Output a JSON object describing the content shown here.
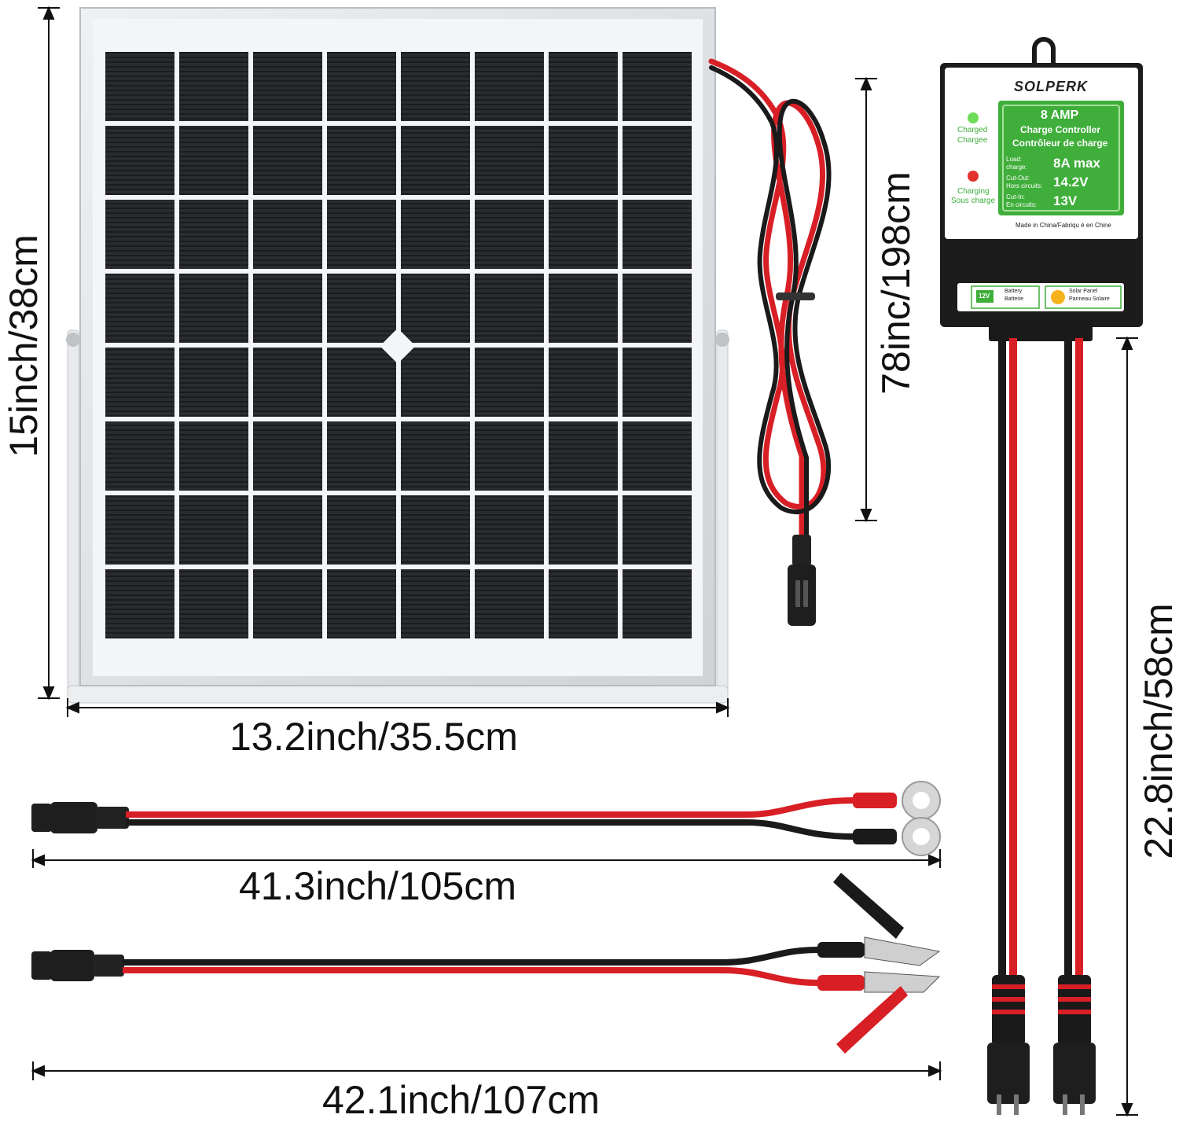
{
  "dimensions": {
    "panel_height": "15inch/38cm",
    "panel_width": "13.2inch/35.5cm",
    "panel_cable": "78inc/198cm",
    "ring_cable": "41.3inch/105cm",
    "clip_cable": "42.1inch/107cm",
    "controller_cable": "22.8inch/58cm"
  },
  "controller": {
    "brand": "SOLPERK",
    "rating": "8 AMP",
    "subtitle_en": "Charge Controller",
    "subtitle_fr": "Contrôleur de charge",
    "led_charged_1": "Charged",
    "led_charged_2": "Chargee",
    "led_charging_1": "Charging",
    "led_charging_2": "Sous charge",
    "spec_load_label_1": "Load:",
    "spec_load_label_2": "charge:",
    "spec_load_value": "8A max",
    "spec_cutout_label_1": "Cut-Out:",
    "spec_cutout_label_2": "Hors circuits:",
    "spec_cutout_value": "14.2V",
    "spec_cutin_label_1": "Cut-In:",
    "spec_cutin_label_2": "En circuits:",
    "spec_cutin_value": "13V",
    "made_in": "Made in China/Fabriqu é en Chine",
    "port_battery_1": "Battery",
    "port_battery_2": "Batterie",
    "port_battery_icon": "12V",
    "port_solar_1": "Solar Panel",
    "port_solar_2": "Panneau Solaire"
  },
  "colors": {
    "red_wire": "#d81f26",
    "black_wire": "#1a1a1a",
    "label_green": "#3fae3a",
    "frame": "#d9dcdf"
  }
}
